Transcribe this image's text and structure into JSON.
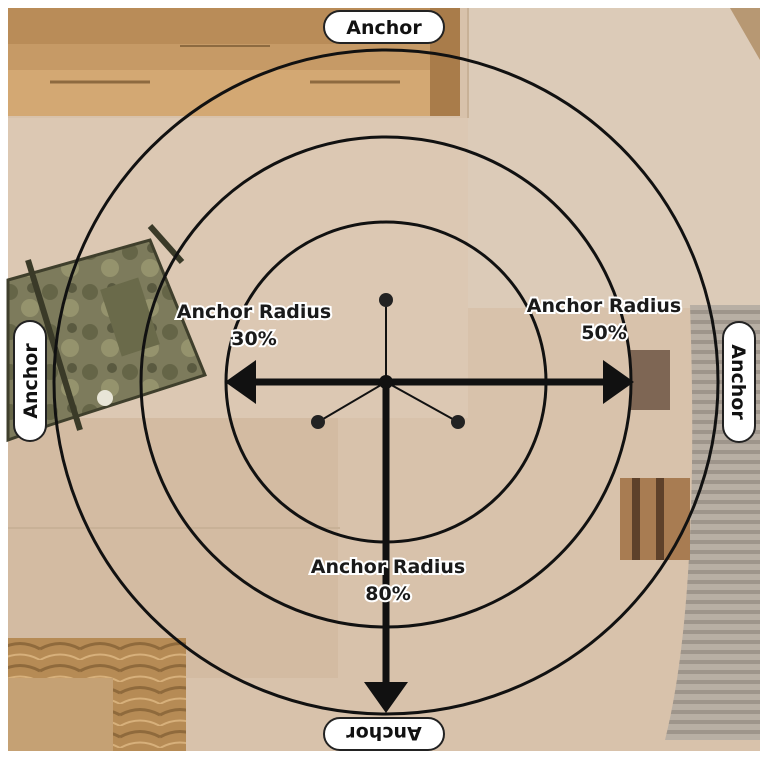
{
  "diagram": {
    "anchors": {
      "top": "Anchor",
      "left": "Anchor",
      "right": "Anchor",
      "bottom": "Anchor"
    },
    "radius_labels": [
      {
        "title": "Anchor Radius",
        "value": "30%"
      },
      {
        "title": "Anchor Radius",
        "value": "50%"
      },
      {
        "title": "Anchor Radius",
        "value": "80%"
      }
    ],
    "colors": {
      "floor": "#d9c3ad",
      "ring": "#111111",
      "arrow": "#111111",
      "label_text": "#1a1a1a",
      "label_outline": "#ffffff",
      "pill_bg": "#ffffff",
      "pill_border": "#222222",
      "crate": "#c89a64",
      "vehicle": "#7b7a5a",
      "metal_shed": "#b5aca1",
      "sandbags": "#b48a55"
    }
  }
}
